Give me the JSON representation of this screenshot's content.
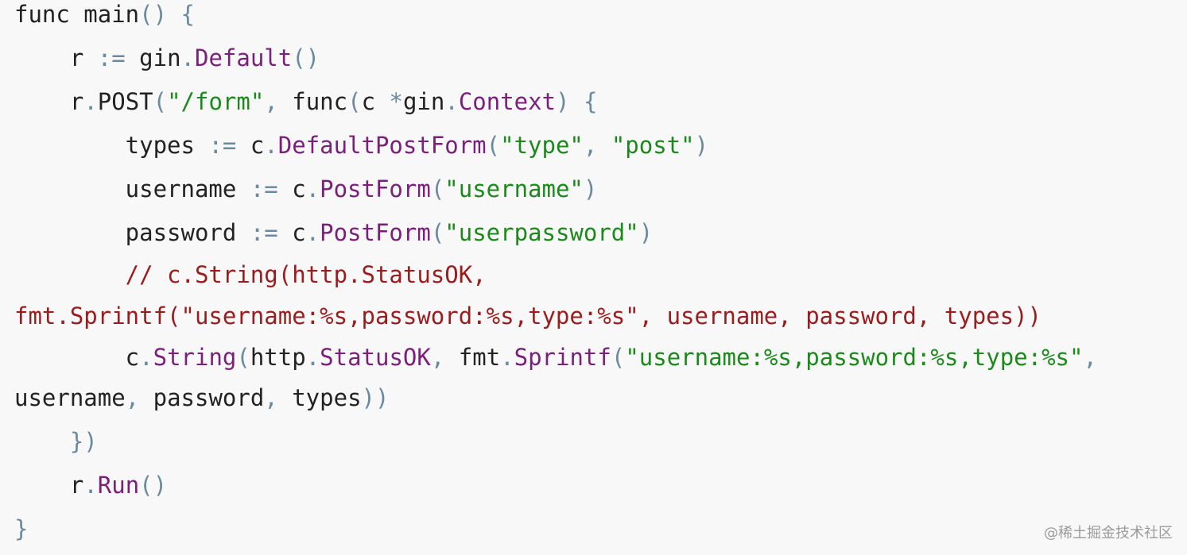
{
  "code": {
    "language": "go",
    "lines": [
      {
        "tokens": [
          {
            "t": "func",
            "k": "kw"
          },
          {
            "t": " main",
            "k": "pl"
          },
          {
            "t": "()",
            "k": "op"
          },
          {
            "t": " ",
            "k": "pl"
          },
          {
            "t": "{",
            "k": "op"
          }
        ]
      },
      {
        "tokens": [
          {
            "t": "    r ",
            "k": "pl"
          },
          {
            "t": ":=",
            "k": "op"
          },
          {
            "t": " gin",
            "k": "pl"
          },
          {
            "t": ".",
            "k": "op"
          },
          {
            "t": "Default",
            "k": "fn"
          },
          {
            "t": "()",
            "k": "op"
          }
        ]
      },
      {
        "tokens": [
          {
            "t": "    r",
            "k": "pl"
          },
          {
            "t": ".",
            "k": "op"
          },
          {
            "t": "POST",
            "k": "pl"
          },
          {
            "t": "(",
            "k": "op"
          },
          {
            "t": "\"/form\"",
            "k": "str"
          },
          {
            "t": ",",
            "k": "op"
          },
          {
            "t": " func",
            "k": "kw"
          },
          {
            "t": "(",
            "k": "op"
          },
          {
            "t": "c ",
            "k": "pl"
          },
          {
            "t": "*",
            "k": "op"
          },
          {
            "t": "gin",
            "k": "pl"
          },
          {
            "t": ".",
            "k": "op"
          },
          {
            "t": "Context",
            "k": "fn"
          },
          {
            "t": ")",
            "k": "op"
          },
          {
            "t": " ",
            "k": "pl"
          },
          {
            "t": "{",
            "k": "op"
          }
        ]
      },
      {
        "tokens": [
          {
            "t": "        types ",
            "k": "pl"
          },
          {
            "t": ":=",
            "k": "op"
          },
          {
            "t": " c",
            "k": "pl"
          },
          {
            "t": ".",
            "k": "op"
          },
          {
            "t": "DefaultPostForm",
            "k": "fn"
          },
          {
            "t": "(",
            "k": "op"
          },
          {
            "t": "\"type\"",
            "k": "str"
          },
          {
            "t": ",",
            "k": "op"
          },
          {
            "t": " ",
            "k": "pl"
          },
          {
            "t": "\"post\"",
            "k": "str"
          },
          {
            "t": ")",
            "k": "op"
          }
        ]
      },
      {
        "tokens": [
          {
            "t": "        username ",
            "k": "pl"
          },
          {
            "t": ":=",
            "k": "op"
          },
          {
            "t": " c",
            "k": "pl"
          },
          {
            "t": ".",
            "k": "op"
          },
          {
            "t": "PostForm",
            "k": "fn"
          },
          {
            "t": "(",
            "k": "op"
          },
          {
            "t": "\"username\"",
            "k": "str"
          },
          {
            "t": ")",
            "k": "op"
          }
        ]
      },
      {
        "tokens": [
          {
            "t": "        password ",
            "k": "pl"
          },
          {
            "t": ":=",
            "k": "op"
          },
          {
            "t": " c",
            "k": "pl"
          },
          {
            "t": ".",
            "k": "op"
          },
          {
            "t": "PostForm",
            "k": "fn"
          },
          {
            "t": "(",
            "k": "op"
          },
          {
            "t": "\"userpassword\"",
            "k": "str"
          },
          {
            "t": ")",
            "k": "op"
          }
        ]
      },
      {
        "tokens": [
          {
            "t": "        // c.String(http.StatusOK,",
            "k": "cmt"
          }
        ]
      },
      {
        "tokens": [
          {
            "t": "fmt.Sprintf(\"username:%s,password:%s,type:%s\", username, password, types))",
            "k": "cmt"
          }
        ]
      },
      {
        "tokens": [
          {
            "t": "        c",
            "k": "pl"
          },
          {
            "t": ".",
            "k": "op"
          },
          {
            "t": "String",
            "k": "fn"
          },
          {
            "t": "(",
            "k": "op"
          },
          {
            "t": "http",
            "k": "pl"
          },
          {
            "t": ".",
            "k": "op"
          },
          {
            "t": "StatusOK",
            "k": "fn"
          },
          {
            "t": ",",
            "k": "op"
          },
          {
            "t": " fmt",
            "k": "pl"
          },
          {
            "t": ".",
            "k": "op"
          },
          {
            "t": "Sprintf",
            "k": "fn"
          },
          {
            "t": "(",
            "k": "op"
          },
          {
            "t": "\"username:%s,password:%s,type:%s\"",
            "k": "str"
          },
          {
            "t": ",",
            "k": "op"
          }
        ]
      },
      {
        "tokens": [
          {
            "t": "username",
            "k": "pl"
          },
          {
            "t": ",",
            "k": "op"
          },
          {
            "t": " password",
            "k": "pl"
          },
          {
            "t": ",",
            "k": "op"
          },
          {
            "t": " types",
            "k": "pl"
          },
          {
            "t": "))",
            "k": "op"
          }
        ]
      },
      {
        "tokens": [
          {
            "t": "    ",
            "k": "pl"
          },
          {
            "t": "})",
            "k": "op"
          }
        ]
      },
      {
        "tokens": [
          {
            "t": "    r",
            "k": "pl"
          },
          {
            "t": ".",
            "k": "op"
          },
          {
            "t": "Run",
            "k": "fn"
          },
          {
            "t": "()",
            "k": "op"
          }
        ]
      },
      {
        "tokens": [
          {
            "t": "}",
            "k": "op"
          }
        ]
      }
    ]
  },
  "watermark": {
    "text": "@稀土掘金技术社区"
  },
  "colors": {
    "background": "#f8f8f8",
    "plain": "#222222",
    "punctuation": "#6a8aa0",
    "function": "#7a1f7a",
    "string": "#1a8a1a",
    "comment": "#9b1c1c",
    "watermark": "#9a9a9a"
  }
}
